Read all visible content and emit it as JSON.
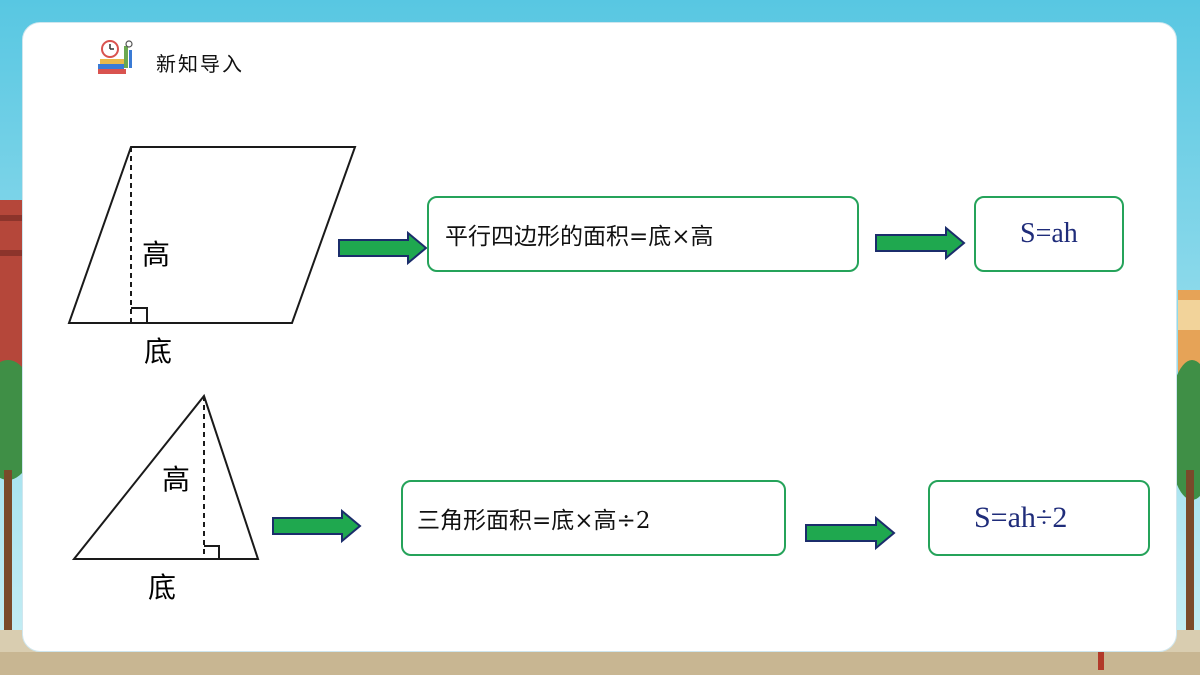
{
  "header": {
    "icon": "books-clock-icon",
    "title": "新知导入"
  },
  "parallelogram": {
    "height_label": "高",
    "base_label": "底",
    "rule": "平行四边形的面积=底×高",
    "formula": "S=ah"
  },
  "triangle": {
    "height_label": "高",
    "base_label": "底",
    "rule": "三角形面积=底×高÷2",
    "formula": "S=ah÷2"
  },
  "colors": {
    "arrow_fill": "#1fa84f",
    "arrow_outline": "#1b2d6b",
    "box_border": "#25a35a",
    "formula_text": "#1f2c7a",
    "sky": "#7fd6ea",
    "grass": "#3f8f46"
  }
}
